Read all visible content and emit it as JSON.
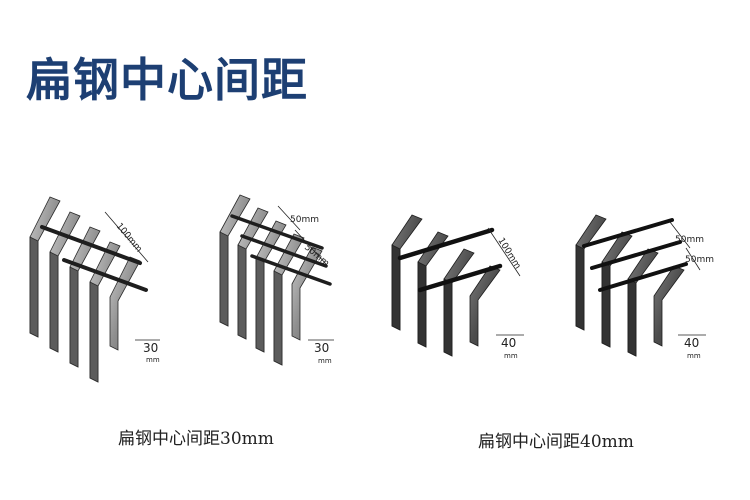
{
  "title": "扁钢中心间距",
  "colors": {
    "title": "#1d3f73",
    "bar_light": "#8a8a8a",
    "bar_dark": "#4a4a4a",
    "edge": "#2a2a2a"
  },
  "gratings": [
    {
      "caption": "扁钢中心间距30mm",
      "dims": {
        "a": "100mm",
        "b": "30",
        "c": "mm"
      }
    },
    {
      "caption": "",
      "dims": {
        "a": "50mm",
        "b": "50mm",
        "c": "30",
        "d": "mm"
      }
    },
    {
      "caption": "扁钢中心间距40mm",
      "dims": {
        "a": "100mm",
        "b": "40",
        "c": "mm"
      }
    },
    {
      "caption": "",
      "dims": {
        "a": "50mm",
        "b": "50mm",
        "c": "40",
        "d": "mm"
      }
    }
  ]
}
